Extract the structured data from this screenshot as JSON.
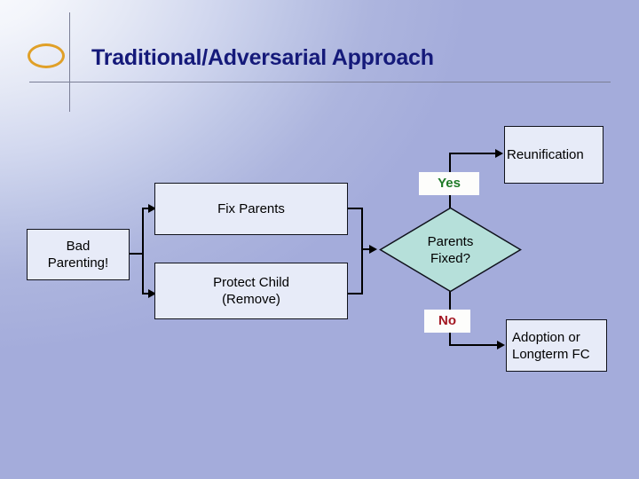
{
  "slide": {
    "title": "Traditional/Adversarial Approach",
    "title_color": "#151a7a",
    "background_from": "#fbfcfe",
    "background_to": "#a4acdb",
    "decor": {
      "ellipse_color": "#e0a028",
      "rule_color": "#7b7f96"
    }
  },
  "diagram": {
    "type": "flowchart",
    "node_fill": "#e7ebf8",
    "node_border": "#10121c",
    "decision_fill": "#b6e0da",
    "nodes": [
      {
        "id": "bad",
        "label": "Bad\nParenting!",
        "line1": "Bad",
        "line2": "Parenting!",
        "shape": "rect"
      },
      {
        "id": "fix",
        "label": "Fix Parents",
        "line1": "Fix Parents",
        "line2": "",
        "shape": "rect"
      },
      {
        "id": "protect",
        "label": "Protect Child\n(Remove)",
        "line1": "Protect Child",
        "line2": "(Remove)",
        "shape": "rect"
      },
      {
        "id": "decision",
        "label": "Parents\nFixed?",
        "line1": "Parents",
        "line2": "Fixed?",
        "shape": "diamond"
      },
      {
        "id": "reunify",
        "label": "Reunification",
        "line1": "Reunification",
        "line2": "",
        "shape": "rect"
      },
      {
        "id": "adoption",
        "label": "Adoption or\nLongterm FC",
        "line1": "Adoption or",
        "line2": "Longterm FC",
        "shape": "rect"
      }
    ],
    "edges": [
      {
        "from": "bad",
        "to": "fix",
        "label": ""
      },
      {
        "from": "bad",
        "to": "protect",
        "label": ""
      },
      {
        "from": "fix",
        "to": "decision",
        "label": ""
      },
      {
        "from": "protect",
        "to": "decision",
        "label": ""
      },
      {
        "from": "decision",
        "to": "reunify",
        "label": "Yes",
        "label_color": "#1f7a28"
      },
      {
        "from": "decision",
        "to": "adoption",
        "label": "No",
        "label_color": "#a31722"
      }
    ],
    "labels": {
      "yes": "Yes",
      "yes_color": "#1f7a28",
      "no": "No",
      "no_color": "#a31722"
    }
  }
}
